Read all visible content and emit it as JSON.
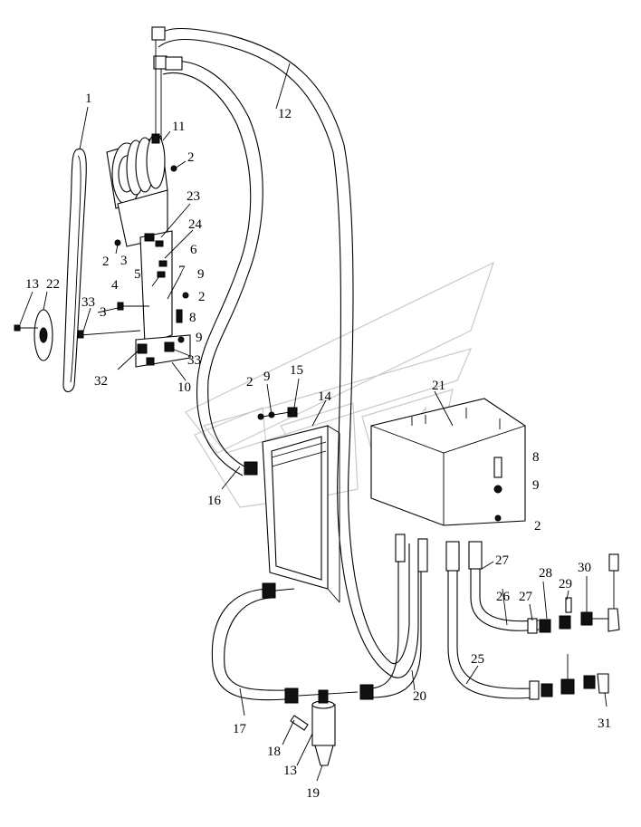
{
  "callouts": [
    {
      "text": "1"
    },
    {
      "text": "11"
    },
    {
      "text": "12"
    },
    {
      "text": "2"
    },
    {
      "text": "23"
    },
    {
      "text": "24"
    },
    {
      "text": "2"
    },
    {
      "text": "3"
    },
    {
      "text": "6"
    },
    {
      "text": "5"
    },
    {
      "text": "7"
    },
    {
      "text": "9"
    },
    {
      "text": "4"
    },
    {
      "text": "2"
    },
    {
      "text": "13"
    },
    {
      "text": "22"
    },
    {
      "text": "33"
    },
    {
      "text": "3"
    },
    {
      "text": "8"
    },
    {
      "text": "9"
    },
    {
      "text": "32"
    },
    {
      "text": "33"
    },
    {
      "text": "10"
    },
    {
      "text": "15"
    },
    {
      "text": "2"
    },
    {
      "text": "9"
    },
    {
      "text": "14"
    },
    {
      "text": "21"
    },
    {
      "text": "8"
    },
    {
      "text": "9"
    },
    {
      "text": "16"
    },
    {
      "text": "2"
    },
    {
      "text": "27"
    },
    {
      "text": "28"
    },
    {
      "text": "30"
    },
    {
      "text": "29"
    },
    {
      "text": "26"
    },
    {
      "text": "27"
    },
    {
      "text": "25"
    },
    {
      "text": "20"
    },
    {
      "text": "17"
    },
    {
      "text": "31"
    },
    {
      "text": "18"
    },
    {
      "text": "13"
    },
    {
      "text": "19"
    }
  ]
}
